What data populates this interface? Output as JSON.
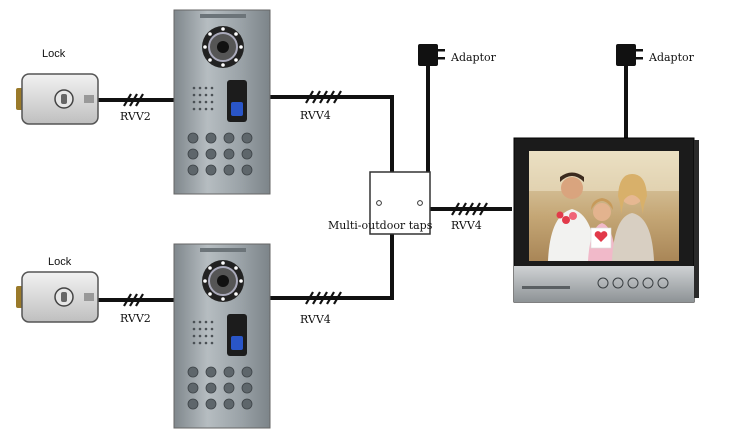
{
  "labels": {
    "lock_top": "Lock",
    "lock_bottom": "Lock",
    "adaptor_left": "Adaptor",
    "adaptor_right": "Adaptor",
    "cable_lock_top": "RVV2",
    "cable_lock_bottom": "RVV2",
    "cable_panel_top": "RVV4",
    "cable_panel_bottom": "RVV4",
    "cable_monitor": "RVV4",
    "taps_box": "Multi-outdoor taps"
  },
  "colors": {
    "wire": "#111111",
    "panel": "#9aa3a8",
    "monitor_frame": "#1b1b1b",
    "photo_bg": "#cbb58a"
  }
}
